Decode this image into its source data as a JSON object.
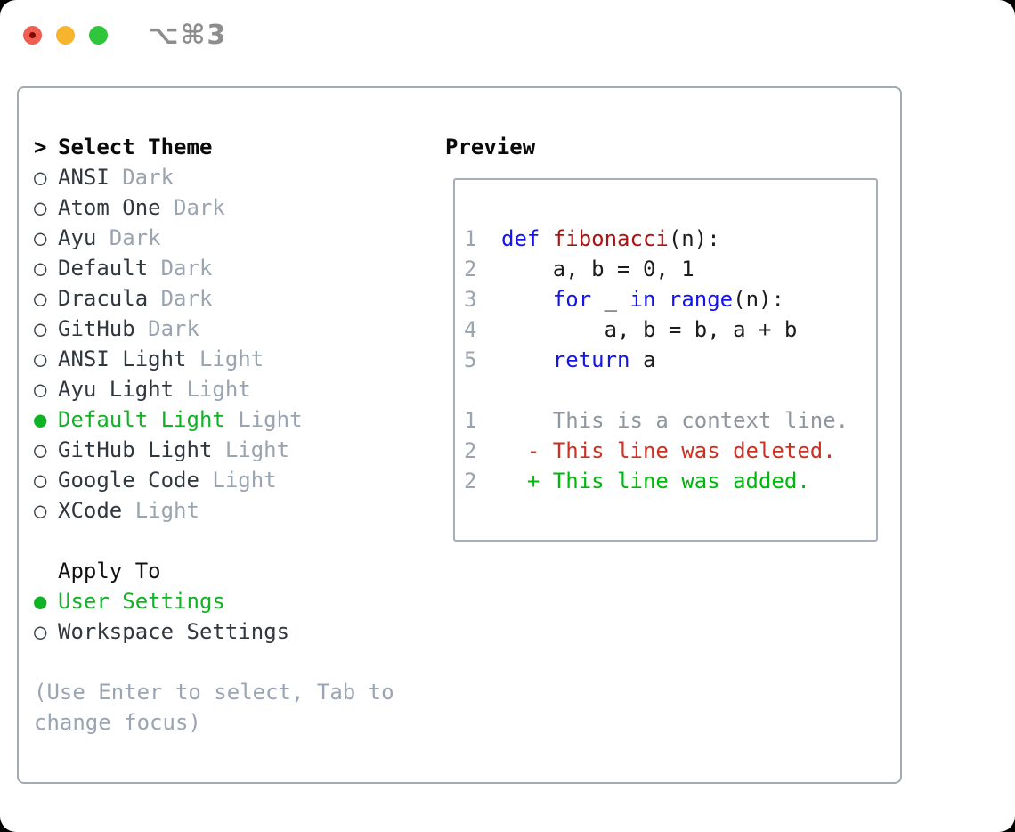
{
  "titlebar": {
    "title": "⌥⌘3"
  },
  "theme_picker": {
    "header": {
      "marker": ">",
      "label": "Select Theme"
    },
    "themes": [
      {
        "marker": "○",
        "name": "ANSI",
        "variant": "Dark",
        "selected": false
      },
      {
        "marker": "○",
        "name": "Atom One",
        "variant": "Dark",
        "selected": false
      },
      {
        "marker": "○",
        "name": "Ayu",
        "variant": "Dark",
        "selected": false
      },
      {
        "marker": "○",
        "name": "Default",
        "variant": "Dark",
        "selected": false
      },
      {
        "marker": "○",
        "name": "Dracula",
        "variant": "Dark",
        "selected": false
      },
      {
        "marker": "○",
        "name": "GitHub",
        "variant": "Dark",
        "selected": false
      },
      {
        "marker": "○",
        "name": "ANSI Light",
        "variant": "Light",
        "selected": false
      },
      {
        "marker": "○",
        "name": "Ayu Light",
        "variant": "Light",
        "selected": false
      },
      {
        "marker": "●",
        "name": "Default Light",
        "variant": "Light",
        "selected": true
      },
      {
        "marker": "○",
        "name": "GitHub Light",
        "variant": "Light",
        "selected": false
      },
      {
        "marker": "○",
        "name": "Google Code",
        "variant": "Light",
        "selected": false
      },
      {
        "marker": "○",
        "name": "XCode",
        "variant": "Light",
        "selected": false
      }
    ]
  },
  "apply_to": {
    "header": "Apply To",
    "options": [
      {
        "marker": "●",
        "label": "User Settings",
        "selected": true
      },
      {
        "marker": "○",
        "label": "Workspace Settings",
        "selected": false
      }
    ]
  },
  "hint": {
    "line1": "(Use Enter to select, Tab to",
    "line2": "change focus)"
  },
  "preview": {
    "title": "Preview",
    "code_lines": [
      {
        "num": "1",
        "segs": [
          {
            "t": "def",
            "c": "kw"
          },
          {
            "t": " ",
            "c": "pl"
          },
          {
            "t": "fibonacci",
            "c": "fn"
          },
          {
            "t": "(n):",
            "c": "pl"
          }
        ]
      },
      {
        "num": "2",
        "segs": [
          {
            "t": "    a, b = 0, 1",
            "c": "pl"
          }
        ]
      },
      {
        "num": "3",
        "segs": [
          {
            "t": "    ",
            "c": "pl"
          },
          {
            "t": "for",
            "c": "kw"
          },
          {
            "t": " _ ",
            "c": "pl"
          },
          {
            "t": "in",
            "c": "kw"
          },
          {
            "t": " ",
            "c": "pl"
          },
          {
            "t": "range",
            "c": "kw"
          },
          {
            "t": "(n):",
            "c": "pl"
          }
        ]
      },
      {
        "num": "4",
        "segs": [
          {
            "t": "        a, b = b, a + b",
            "c": "pl"
          }
        ]
      },
      {
        "num": "5",
        "segs": [
          {
            "t": "    ",
            "c": "pl"
          },
          {
            "t": "return",
            "c": "kw"
          },
          {
            "t": " a",
            "c": "pl"
          }
        ]
      }
    ],
    "diff_lines": [
      {
        "num": "1",
        "text": "    This is a context line.",
        "kind": "context"
      },
      {
        "num": "2",
        "text": "  - This line was deleted.",
        "kind": "deleted"
      },
      {
        "num": "2",
        "text": "  + This line was added.",
        "kind": "added"
      }
    ]
  },
  "colors": {
    "selection_green": "#12b226",
    "keyword_blue": "#1414ee",
    "function_red": "#a81414",
    "diff_deleted_red": "#cd3122",
    "diff_added_green": "#00b80c",
    "muted_gray": "#9aa4b0",
    "text_dark": "#30373f",
    "panel_border": "#a2aab4",
    "traffic_red": "#f25d51",
    "traffic_yellow": "#f7b42e",
    "traffic_green": "#2fc63c"
  }
}
